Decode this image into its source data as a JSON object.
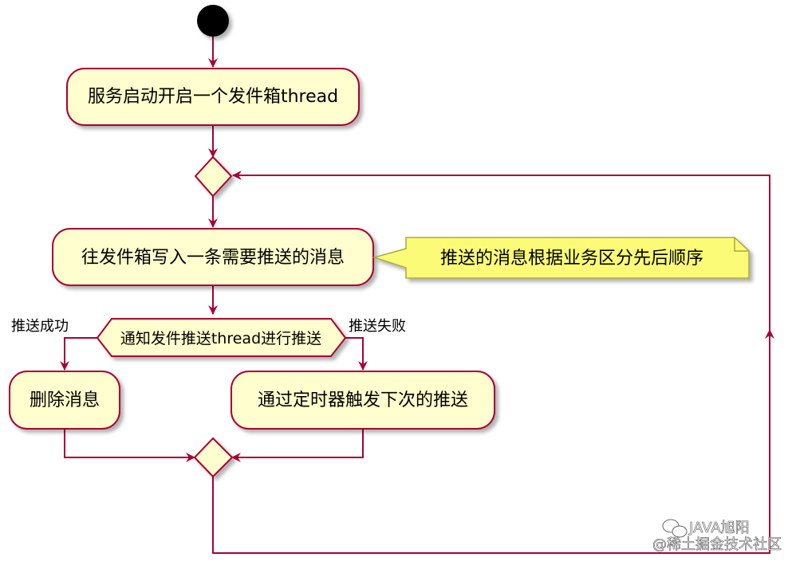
{
  "colors": {
    "activity_fill": "#FEFECE",
    "activity_stroke": "#A80036",
    "note_fill": "#FBFB77",
    "note_stroke": "#A8A845",
    "start_fill": "#000000"
  },
  "activities": {
    "start_outbox": "服务启动开启一个发件箱thread",
    "write_outbox": "往发件箱写入一条需要推送的消息",
    "delete_message": "删除消息",
    "retry_timer": "通过定时器触发下次的推送"
  },
  "note": {
    "text": "推送的消息根据业务区分先后顺序"
  },
  "decision": {
    "label": "通知发件推送thread进行推送",
    "success_label": "推送成功",
    "failure_label": "推送失败"
  },
  "watermark": {
    "line1": "JAVA旭阳",
    "line2": "@稀土掘金技术社区",
    "icon": "wechat-icon"
  }
}
